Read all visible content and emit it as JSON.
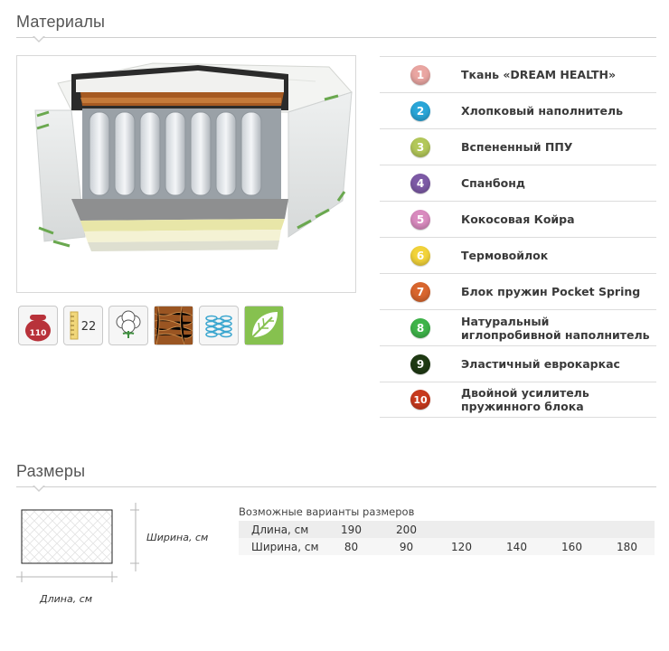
{
  "materials_section": {
    "title": "Материалы",
    "items": [
      {
        "num": "1",
        "label": "Ткань «DREAM HEALTH»",
        "color": "#e8a3a0"
      },
      {
        "num": "2",
        "label": "Хлопковый наполнитель",
        "color": "#2aa6d8"
      },
      {
        "num": "3",
        "label": "Вспененный ППУ",
        "color": "#b3c85a"
      },
      {
        "num": "4",
        "label": "Спанбонд",
        "color": "#7d5aa6"
      },
      {
        "num": "5",
        "label": "Кокосовая Койра",
        "color": "#d98bbf"
      },
      {
        "num": "6",
        "label": "Термовойлок",
        "color": "#f2d33a"
      },
      {
        "num": "7",
        "label": "Блок пружин Pocket Spring",
        "color": "#d9662e"
      },
      {
        "num": "8",
        "label": "Натуральный иглопробивной наполнитель",
        "color": "#3fb44a"
      },
      {
        "num": "9",
        "label": "Эластичный еврокаркас",
        "color": "#1f3a14"
      },
      {
        "num": "10",
        "label": "Двойной усилитель пружинного блока",
        "color": "#c83a1e"
      }
    ],
    "features": [
      {
        "name": "weight-icon",
        "value": "110"
      },
      {
        "name": "height-icon",
        "value": "22"
      },
      {
        "name": "cotton-icon"
      },
      {
        "name": "coconut-icon"
      },
      {
        "name": "springs-icon"
      },
      {
        "name": "leaf-icon"
      }
    ]
  },
  "sizes_section": {
    "title": "Размеры",
    "width_label": "Ширина, см",
    "length_label": "Длина, см",
    "caption": "Возможные варианты размеров",
    "rows": [
      {
        "head": "Длина, см",
        "values": [
          "190",
          "200",
          "",
          "",
          "",
          ""
        ]
      },
      {
        "head": "Ширина, см",
        "values": [
          "80",
          "90",
          "120",
          "140",
          "160",
          "180"
        ]
      }
    ]
  }
}
